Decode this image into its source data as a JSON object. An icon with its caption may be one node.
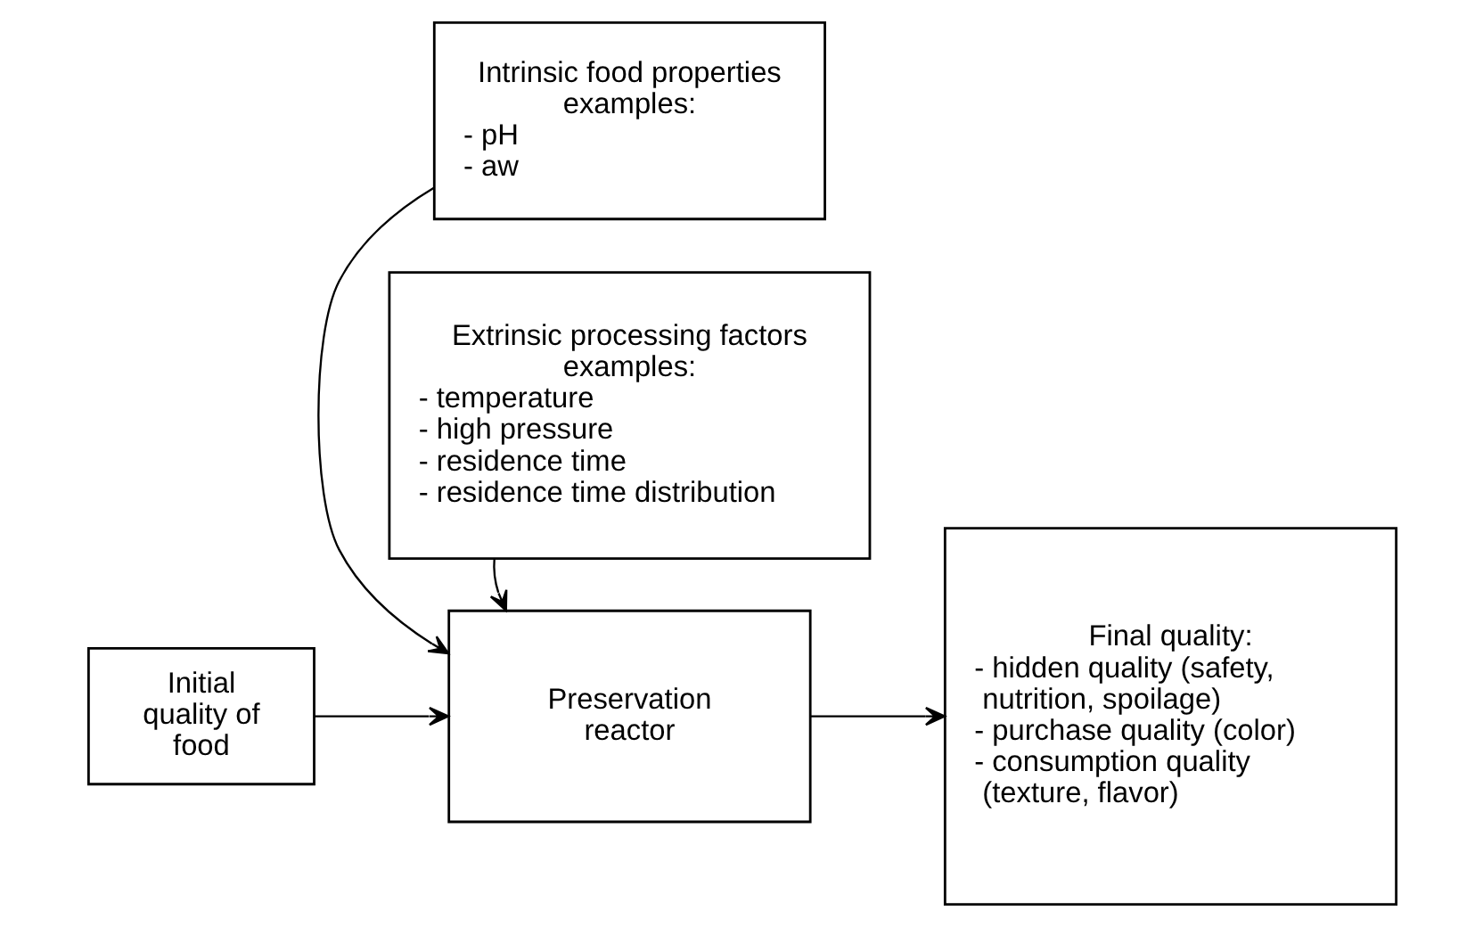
{
  "diagram": {
    "nodes": [
      {
        "text": [
          "Intrinsic food properties examples:",
          "- pH",
          "- aw"
        ]
      },
      {
        "text": [
          "Initial quality of food"
        ]
      },
      {
        "text": [
          "Preservation reactor"
        ]
      },
      {
        "text": [
          "Final quality:",
          "- hidden quality (safety, nutrition, spoilage)",
          "- purchase quality (color)",
          "- consumption quality (texture, flavor)"
        ]
      },
      {
        "text": [
          "Extrinsic processing factors examples:",
          "- temperature",
          "- high pressure",
          "- residence time",
          "- residence time distribution"
        ]
      }
    ],
    "edges": [
      {
        "from": 0,
        "to": 2,
        "arrow": "to"
      },
      {
        "from": 1,
        "to": 2,
        "arrow": "to"
      },
      {
        "from": 4,
        "to": 2,
        "arrow": "to"
      },
      {
        "from": 2,
        "to": 3,
        "arrow": "to"
      }
    ]
  }
}
